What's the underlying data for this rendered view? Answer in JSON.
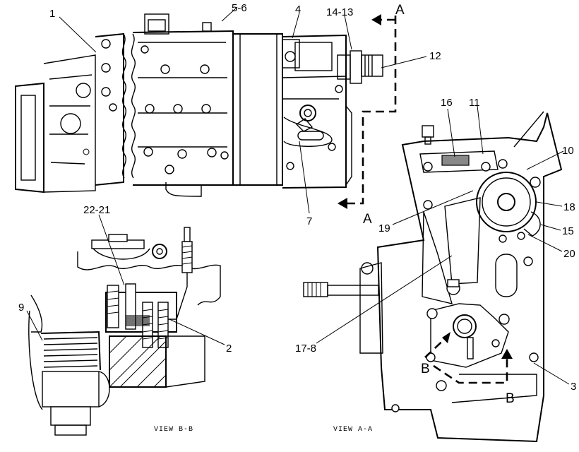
{
  "callouts": {
    "c1": "1",
    "c4": "4",
    "c56": "5-6",
    "c1413": "14-13",
    "c12": "12",
    "c7": "7",
    "c16": "16",
    "c11": "11",
    "c10": "10",
    "c18": "18",
    "c15": "15",
    "c20": "20",
    "c19": "19",
    "c178": "17-8",
    "c3": "3",
    "c2221": "22-21",
    "c9": "9",
    "c2": "2"
  },
  "section_marks": {
    "a_top": "A",
    "a_bottom": "A",
    "b_left": "B",
    "b_right": "B"
  },
  "captions": {
    "view_bb": "VIEW B-B",
    "view_aa": "VIEW A-A"
  }
}
